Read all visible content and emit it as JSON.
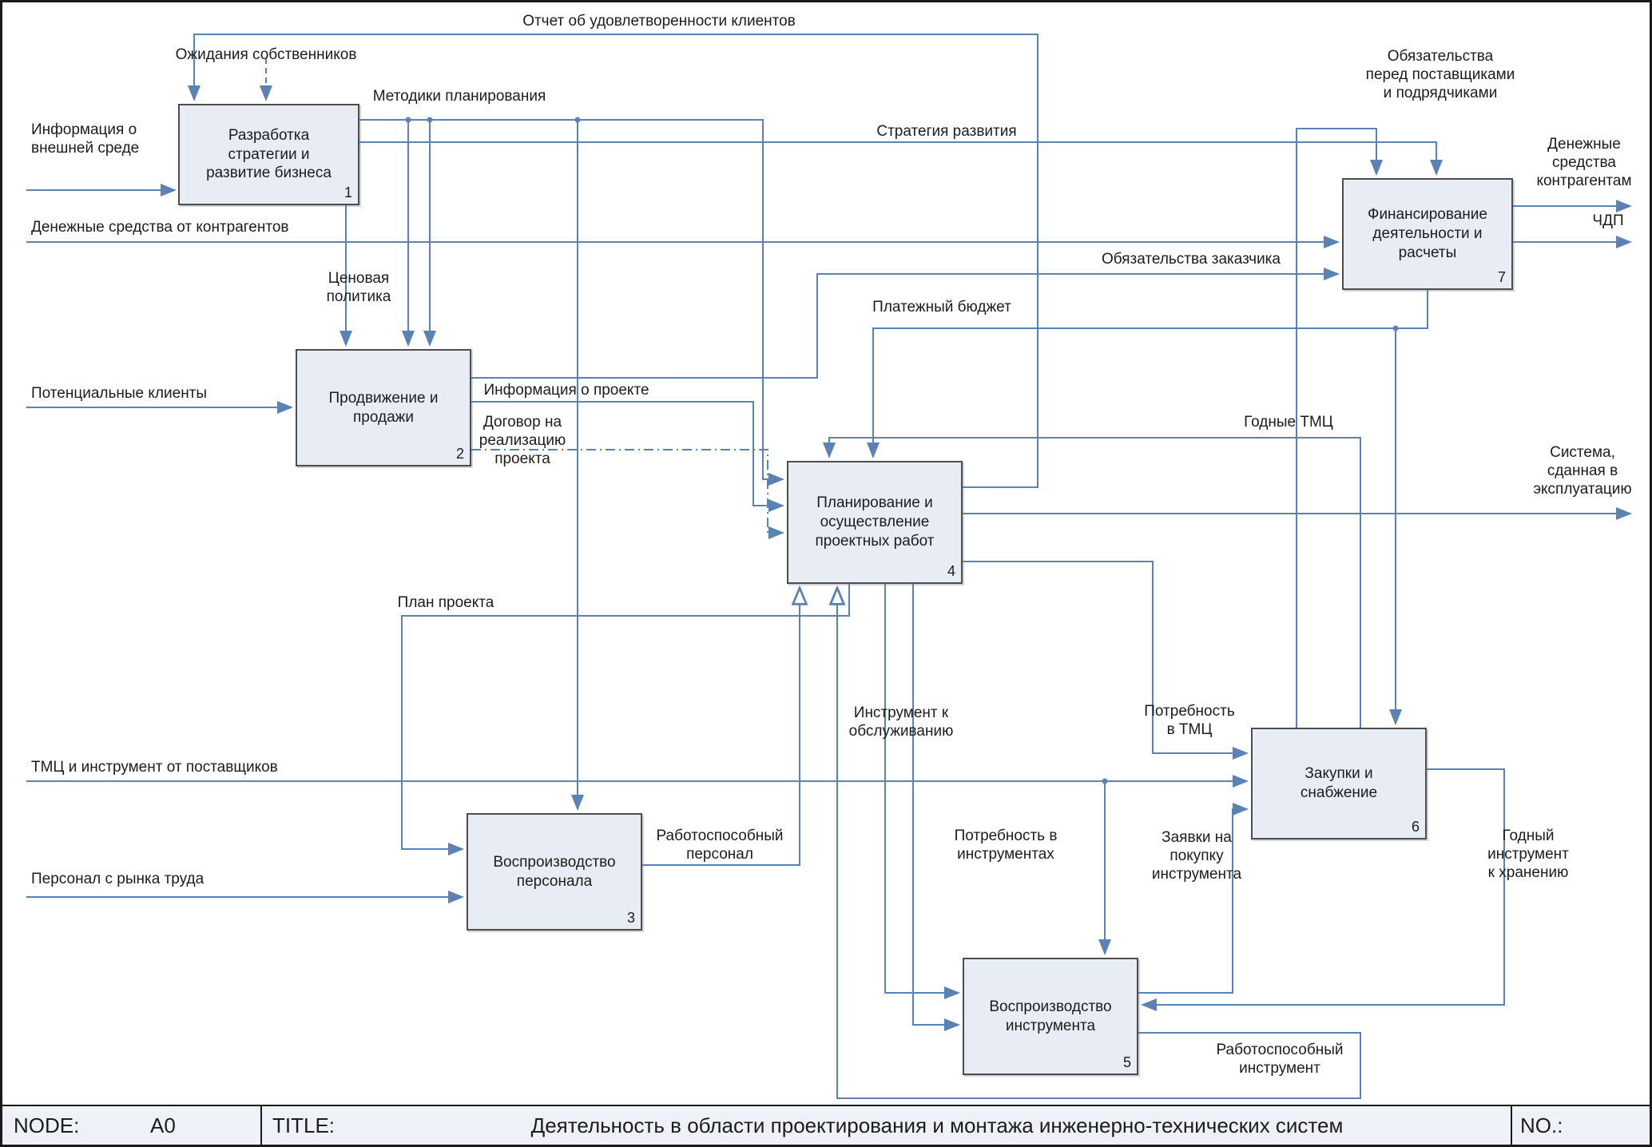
{
  "colors": {
    "line": "#5b82b4",
    "box_fill": "#e8edf5",
    "box_border": "#4d4d4d",
    "text": "#1c1c1c",
    "footer_bg": "#eef1f7"
  },
  "diagram": {
    "boxes": [
      {
        "label": "Разработка\nстратегии и\nразвитие бизнеса",
        "number": "1"
      },
      {
        "label": "Продвижение и\nпродажи",
        "number": "2"
      },
      {
        "label": "Воспроизводство\nперсонала",
        "number": "3"
      },
      {
        "label": "Планирование и\nосуществление\nпроектных работ",
        "number": "4"
      },
      {
        "label": "Воспроизводство\nинструмента",
        "number": "5"
      },
      {
        "label": "Закупки и\nснабжение",
        "number": "6"
      },
      {
        "label": "Финансирование\nдеятельности и\nрасчеты",
        "number": "7"
      }
    ],
    "labels": [
      {
        "text": "Отчет об удовлетворенности клиентов"
      },
      {
        "text": "Ожидания собственников"
      },
      {
        "text": "Информация о\nвнешней среде"
      },
      {
        "text": "Методики планирования"
      },
      {
        "text": "Стратегия развития"
      },
      {
        "text": "Денежные средства от контрагентов"
      },
      {
        "text": "Обязательства\nперед поставщиками\nи подрядчиками"
      },
      {
        "text": "Денежные\nсредства\nконтрагентам"
      },
      {
        "text": "ЧДП"
      },
      {
        "text": "Ценовая\nполитика"
      },
      {
        "text": "Обязательства заказчика"
      },
      {
        "text": "Платежный бюджет"
      },
      {
        "text": "Потенциальные клиенты"
      },
      {
        "text": "Информация о проекте"
      },
      {
        "text": "Договор на\nреализацию\nпроекта"
      },
      {
        "text": "Годные ТМЦ"
      },
      {
        "text": "Система,\nсданная в\nэксплуатацию"
      },
      {
        "text": "План проекта"
      },
      {
        "text": "Инструмент к\nобслуживанию"
      },
      {
        "text": "Потребность\nв ТМЦ"
      },
      {
        "text": "ТМЦ и инструмент от поставщиков"
      },
      {
        "text": "Работоспособный\nперсонал"
      },
      {
        "text": "Потребность в\nинструментах"
      },
      {
        "text": "Заявки на\nпокупку\nинструмента"
      },
      {
        "text": "Годный\nинструмент\nк хранению"
      },
      {
        "text": "Персонал с рынка труда"
      },
      {
        "text": "Работоспособный\nинструмент"
      }
    ]
  },
  "footer": {
    "node_label": "NODE:",
    "node_value": "A0",
    "title_label": "TITLE:",
    "title_value": "Деятельность в области проектирования и монтажа инженерно-технических систем",
    "no_label": "NO.:"
  }
}
